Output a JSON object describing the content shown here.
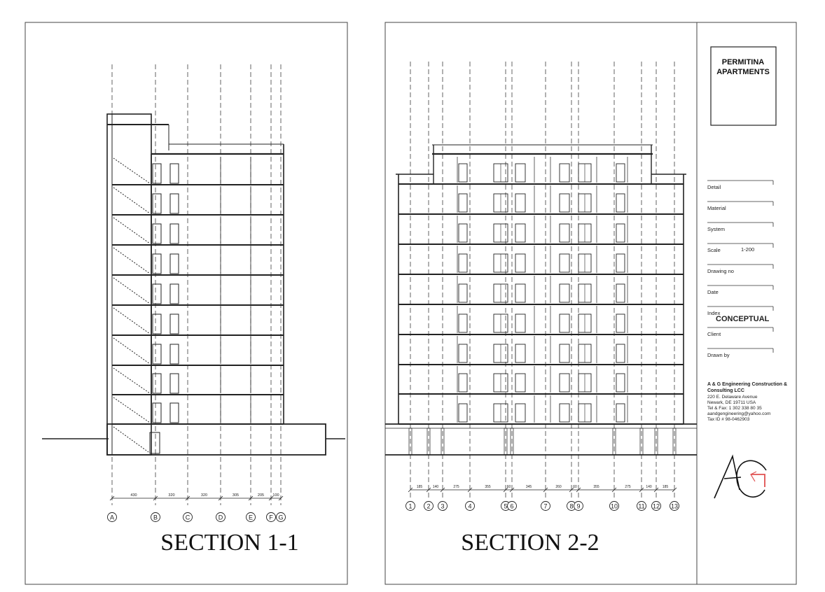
{
  "project": {
    "title_line1": "PERMITINA",
    "title_line2": "APARTMENTS"
  },
  "section_1": {
    "title": "SECTION 1-1",
    "grid_axes": [
      "A",
      "B",
      "C",
      "D",
      "E",
      "F",
      "G"
    ],
    "dimensions": [
      "430",
      "320",
      "320",
      "305",
      "205",
      "100"
    ]
  },
  "section_2": {
    "title": "SECTION 2-2",
    "grid_axes": [
      "1",
      "2",
      "3",
      "4",
      "5",
      "6",
      "7",
      "8",
      "9",
      "10",
      "11",
      "12",
      "13"
    ],
    "dimensions": [
      "185",
      "140",
      "275",
      "355",
      "60",
      "345",
      "260",
      "60",
      "355",
      "275",
      "140",
      "185"
    ]
  },
  "title_block": {
    "fields": [
      {
        "label": "Detail",
        "value": ""
      },
      {
        "label": "Material",
        "value": ""
      },
      {
        "label": "System",
        "value": ""
      },
      {
        "label": "Scale",
        "value": "1-200"
      },
      {
        "label": "Drawing no",
        "value": ""
      },
      {
        "label": "Date",
        "value": ""
      },
      {
        "label": "Index",
        "value": "CONCEPTUAL"
      },
      {
        "label": "Client",
        "value": ""
      },
      {
        "label": "Drawn by",
        "value": ""
      }
    ]
  },
  "company": {
    "name_line1": "A & G Engineering Construction &",
    "name_line2": "Consulting LCC",
    "address1": "220 E. Delaware Avenue",
    "address2": "Newark, DE 19711 USA",
    "phone": "Tel & Fax: 1 302 338 80 35",
    "email": "aandgengineering@yahoo.com",
    "tax": "Tax ID # 98-0462903",
    "logo_text": "AG"
  },
  "colors": {
    "line": "#222222",
    "logo_accent": "#e05050"
  }
}
